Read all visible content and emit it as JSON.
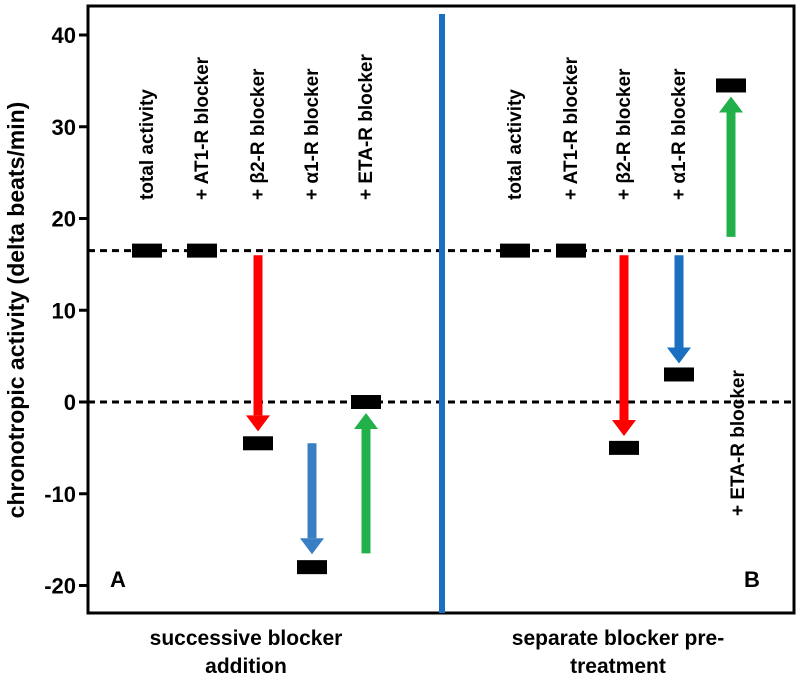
{
  "chart_data": {
    "type": "scatter",
    "ylabel": "chronotropic activity (delta beats/min)",
    "ylim": [
      -22,
      42
    ],
    "yticks": [
      40,
      30,
      20,
      10,
      0,
      -10,
      -20
    ],
    "reference_lines": [
      16.5,
      0
    ],
    "panels": [
      {
        "label": "A",
        "section_label": [
          "successive blocker",
          "addition"
        ],
        "categories": [
          "total activity",
          "+ AT1-R blocker",
          "+ β2-R blocker",
          "+ α1-R blocker",
          "+ ETA-R blocker"
        ],
        "values": [
          16.5,
          16.5,
          -4.5,
          -18,
          0
        ],
        "arrows": [
          {
            "category": 2,
            "from": 16,
            "to": -3.2,
            "color": "#ff0000"
          },
          {
            "category": 3,
            "from": -4.5,
            "to": -16.6,
            "color": "#3a7fc4"
          },
          {
            "category": 4,
            "from": -16.5,
            "to": -1.2,
            "color": "#22b04b"
          }
        ]
      },
      {
        "label": "B",
        "section_label": [
          "separate blocker pre-",
          "treatment"
        ],
        "categories": [
          "total activity",
          "+ AT1-R blocker",
          "+ β2-R blocker",
          "+ α1-R blocker",
          "+ ETA-R blocker"
        ],
        "values": [
          16.5,
          16.5,
          -5,
          3,
          34.5
        ],
        "arrows": [
          {
            "category": 2,
            "from": 16,
            "to": -3.7,
            "color": "#ff0000"
          },
          {
            "category": 3,
            "from": 16,
            "to": 4.2,
            "color": "#1a6fc0"
          },
          {
            "category": 4,
            "from": 18,
            "to": 33.3,
            "color": "#22b04b"
          }
        ]
      }
    ],
    "divider_color": "#1a6fc0"
  }
}
